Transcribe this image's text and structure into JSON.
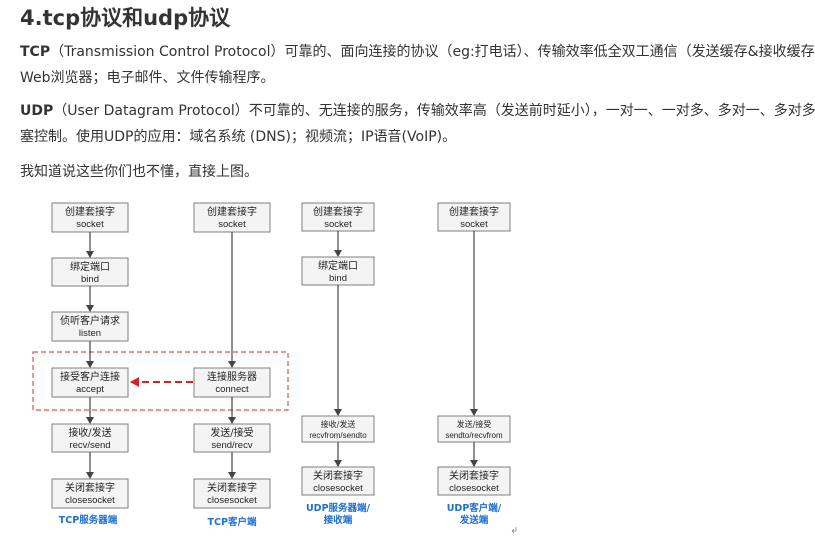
{
  "heading": "4.tcp协议和udp协议",
  "paragraphs": {
    "tcp": {
      "term": "TCP",
      "line1": "（Transmission Control Protocol）可靠的、面向连接的协议（eg:打电话）、传输效率低全双工通信（发送缓存&接收缓存",
      "line2": "Web浏览器；电子邮件、文件传输程序。"
    },
    "udp": {
      "term": "UDP",
      "line1": "（User Datagram Protocol）不可靠的、无连接的服务，传输效率高（发送前时延小），一对一、一对多、多对一、多对多",
      "line2": "塞控制。使用UDP的应用：域名系统 (DNS)；视频流；IP语音(VoIP)。"
    },
    "note": "我知道说这些你们也不懂，直接上图。"
  },
  "diagram": {
    "tcp_server": {
      "caption": "TCP服务器端",
      "boxes": [
        {
          "cn": "创建套接字",
          "en": "socket"
        },
        {
          "cn": "绑定端口",
          "en": "bind"
        },
        {
          "cn": "侦听客户请求",
          "en": "listen"
        },
        {
          "cn": "接受客户连接",
          "en": "accept"
        },
        {
          "cn": "接收/发送",
          "en": "recv/send"
        },
        {
          "cn": "关闭套接字",
          "en": "closesocket"
        }
      ]
    },
    "tcp_client": {
      "caption": "TCP客户端",
      "boxes": [
        {
          "cn": "创建套接字",
          "en": "socket"
        },
        {
          "cn": "连接服务器",
          "en": "connect"
        },
        {
          "cn": "发送/接受",
          "en": "send/recv"
        },
        {
          "cn": "关闭套接字",
          "en": "closesocket"
        }
      ]
    },
    "udp_server": {
      "caption_line1": "UDP服务器端/",
      "caption_line2": "接收端",
      "boxes": [
        {
          "cn": "创建套接字",
          "en": "socket"
        },
        {
          "cn": "绑定端口",
          "en": "bind"
        },
        {
          "cn": "接收/发送",
          "en": "recvfrom/sendto"
        },
        {
          "cn": "关闭套接字",
          "en": "closesocket"
        }
      ]
    },
    "udp_client": {
      "caption_line1": "UDP客户端/",
      "caption_line2": "发送端",
      "boxes": [
        {
          "cn": "创建套接字",
          "en": "socket"
        },
        {
          "cn": "发送/接受",
          "en": "sendto/recvfrom"
        },
        {
          "cn": "关闭套接字",
          "en": "closesocket"
        }
      ]
    },
    "colors": {
      "box_fill": "#f4f4f4",
      "box_border": "#7f7f7f",
      "arrow": "#444444",
      "connect_arrow": "#e02020",
      "dashed_frame": "#e05050",
      "caption": "#1f6fd0"
    }
  }
}
